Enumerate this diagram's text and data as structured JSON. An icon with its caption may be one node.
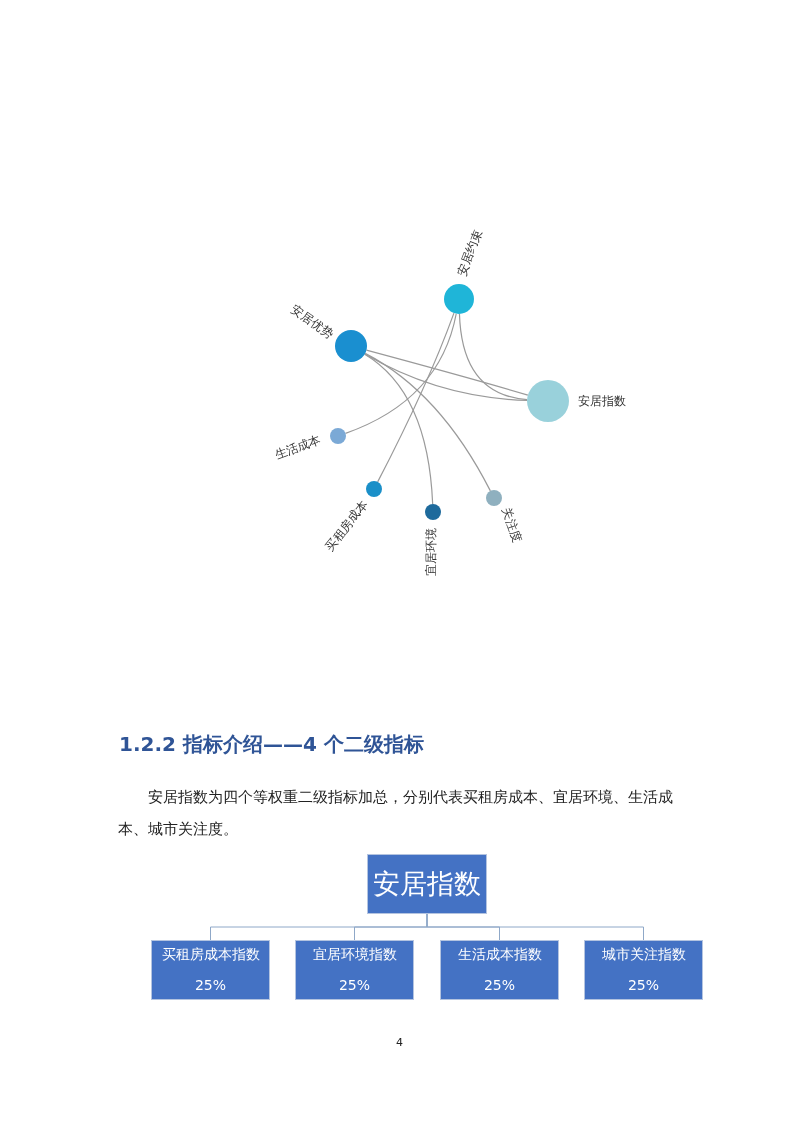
{
  "diagram": {
    "nodes": [
      {
        "text": [
          "安居约束"
        ]
      },
      {
        "text": [
          "安居优势"
        ]
      },
      {
        "text": [
          "安居指数"
        ]
      },
      {
        "text": [
          "生活成本"
        ]
      },
      {
        "text": [
          "买租房成本"
        ]
      },
      {
        "text": [
          "宜居环境"
        ]
      },
      {
        "text": [
          "关注度"
        ]
      },
      {
        "text": [
          "安居指数"
        ]
      },
      {
        "text": [
          "买租房成本指数",
          "25%"
        ]
      },
      {
        "text": [
          "宜居环境指数",
          "25%"
        ]
      },
      {
        "text": [
          "生活成本指数",
          "25%"
        ]
      },
      {
        "text": [
          "城市关注指数",
          "25%"
        ]
      }
    ],
    "edges": [
      {
        "from": 0,
        "to": 2,
        "arrow": "none"
      },
      {
        "from": 0,
        "to": 3,
        "arrow": "none"
      },
      {
        "from": 0,
        "to": 4,
        "arrow": "none"
      },
      {
        "from": 1,
        "to": 2,
        "arrow": "none"
      },
      {
        "from": 1,
        "to": 2,
        "arrow": "none"
      },
      {
        "from": 1,
        "to": 5,
        "arrow": "none"
      },
      {
        "from": 1,
        "to": 6,
        "arrow": "none"
      },
      {
        "from": 7,
        "to": 8,
        "arrow": "none"
      },
      {
        "from": 7,
        "to": 9,
        "arrow": "none"
      },
      {
        "from": 7,
        "to": 10,
        "arrow": "none"
      },
      {
        "from": 7,
        "to": 11,
        "arrow": "none"
      }
    ],
    "labels": [
      "1.2.2 指标介绍——4 个二级指标",
      "安居指数为四个等权重二级指标加总，分别代表买租房成本、宜居环境、生活成本、城市关注度。",
      "4"
    ]
  }
}
